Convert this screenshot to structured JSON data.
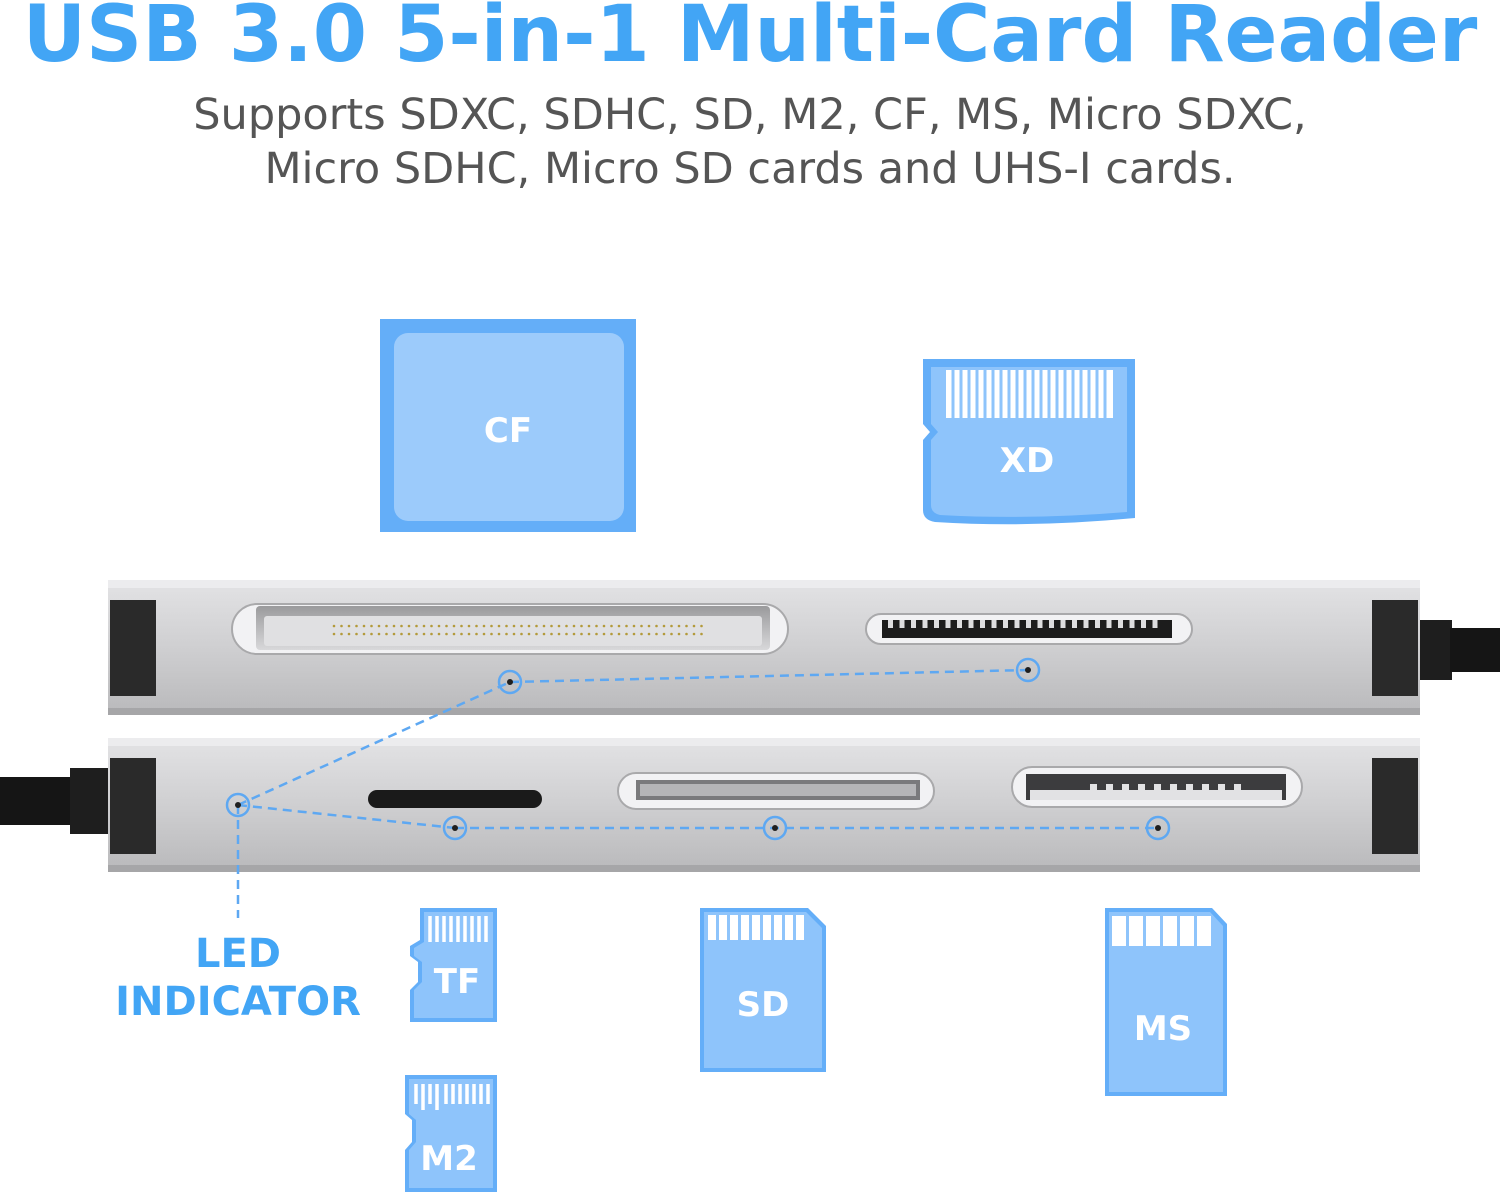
{
  "header": {
    "title": "USB 3.0 5-in-1 Multi-Card Reader",
    "subtitle_line1": "Supports SDXC, SDHC, SD, M2, CF, MS, Micro SDXC,",
    "subtitle_line2": "Micro SDHC, Micro SD cards and UHS-I cards."
  },
  "cards": {
    "cf": "CF",
    "xd": "XD",
    "tf": "TF",
    "m2": "M2",
    "sd": "SD",
    "ms": "MS"
  },
  "led": {
    "line1": "LED",
    "line2": "INDICATOR"
  },
  "colors": {
    "accent": "#42a5f5",
    "card_fill": "#8ec4fb",
    "card_border": "#64aef8",
    "body_silver": "#c9c9cb"
  }
}
